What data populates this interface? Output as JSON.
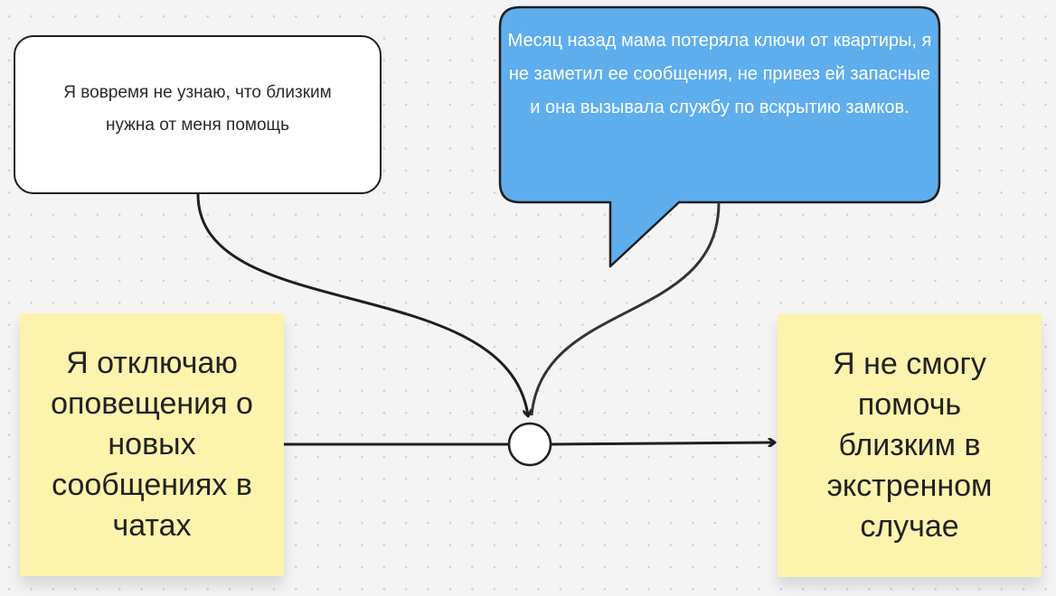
{
  "cards": {
    "problem_card": "Я вовремя не узнаю, что близким нужна от меня помощь",
    "story_bubble": "Месяц назад мама потеряла ключи от квартиры, я не заметил ее сообщения, не привез ей запасные и она вызывала службу по вскрытию замков."
  },
  "stickies": {
    "cause": "Я отключаю оповещения о новых сообщениях в чатах",
    "effect": "Я не смогу помочь близким в экстренном случае"
  },
  "colors": {
    "bubble": "#5eaeee",
    "sticky": "#fcf3ad",
    "stroke": "#1f1f1f"
  }
}
